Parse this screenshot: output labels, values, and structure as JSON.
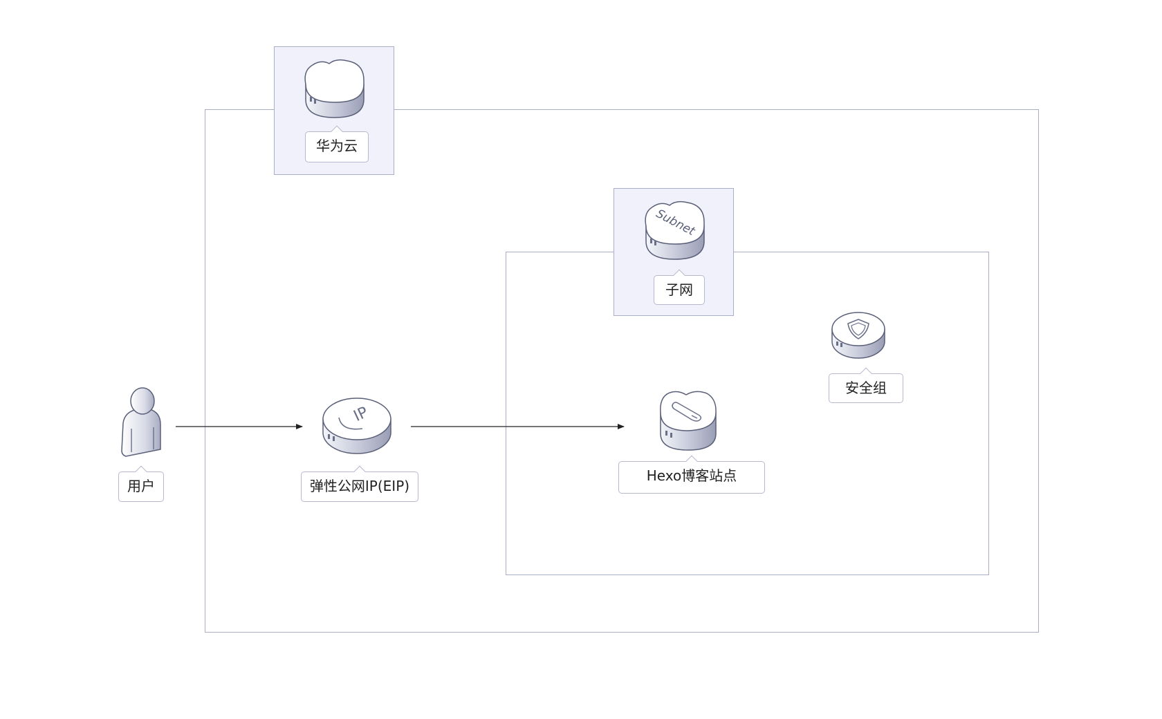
{
  "diagram": {
    "groups": {
      "cloud": {
        "label": "华为云",
        "icon": "cloud-icon"
      },
      "subnet": {
        "label": "子网",
        "icon": "subnet-cloud-icon",
        "icon_text": "Subnet"
      }
    },
    "nodes": {
      "user": {
        "label": "用户",
        "icon": "user-icon"
      },
      "eip": {
        "label": "弹性公网IP(EIP)",
        "icon": "eip-icon",
        "icon_text": "IP"
      },
      "hexo": {
        "label": "Hexo博客站点",
        "icon": "server-icon"
      },
      "security_group": {
        "label": "安全组",
        "icon": "shield-icon"
      }
    },
    "edges": [
      {
        "from": "user",
        "to": "eip"
      },
      {
        "from": "eip",
        "to": "hexo"
      }
    ],
    "colors": {
      "frame": "#a9adc6",
      "tile": "#f0f1fa",
      "icon_outline": "#5a5f78"
    }
  }
}
